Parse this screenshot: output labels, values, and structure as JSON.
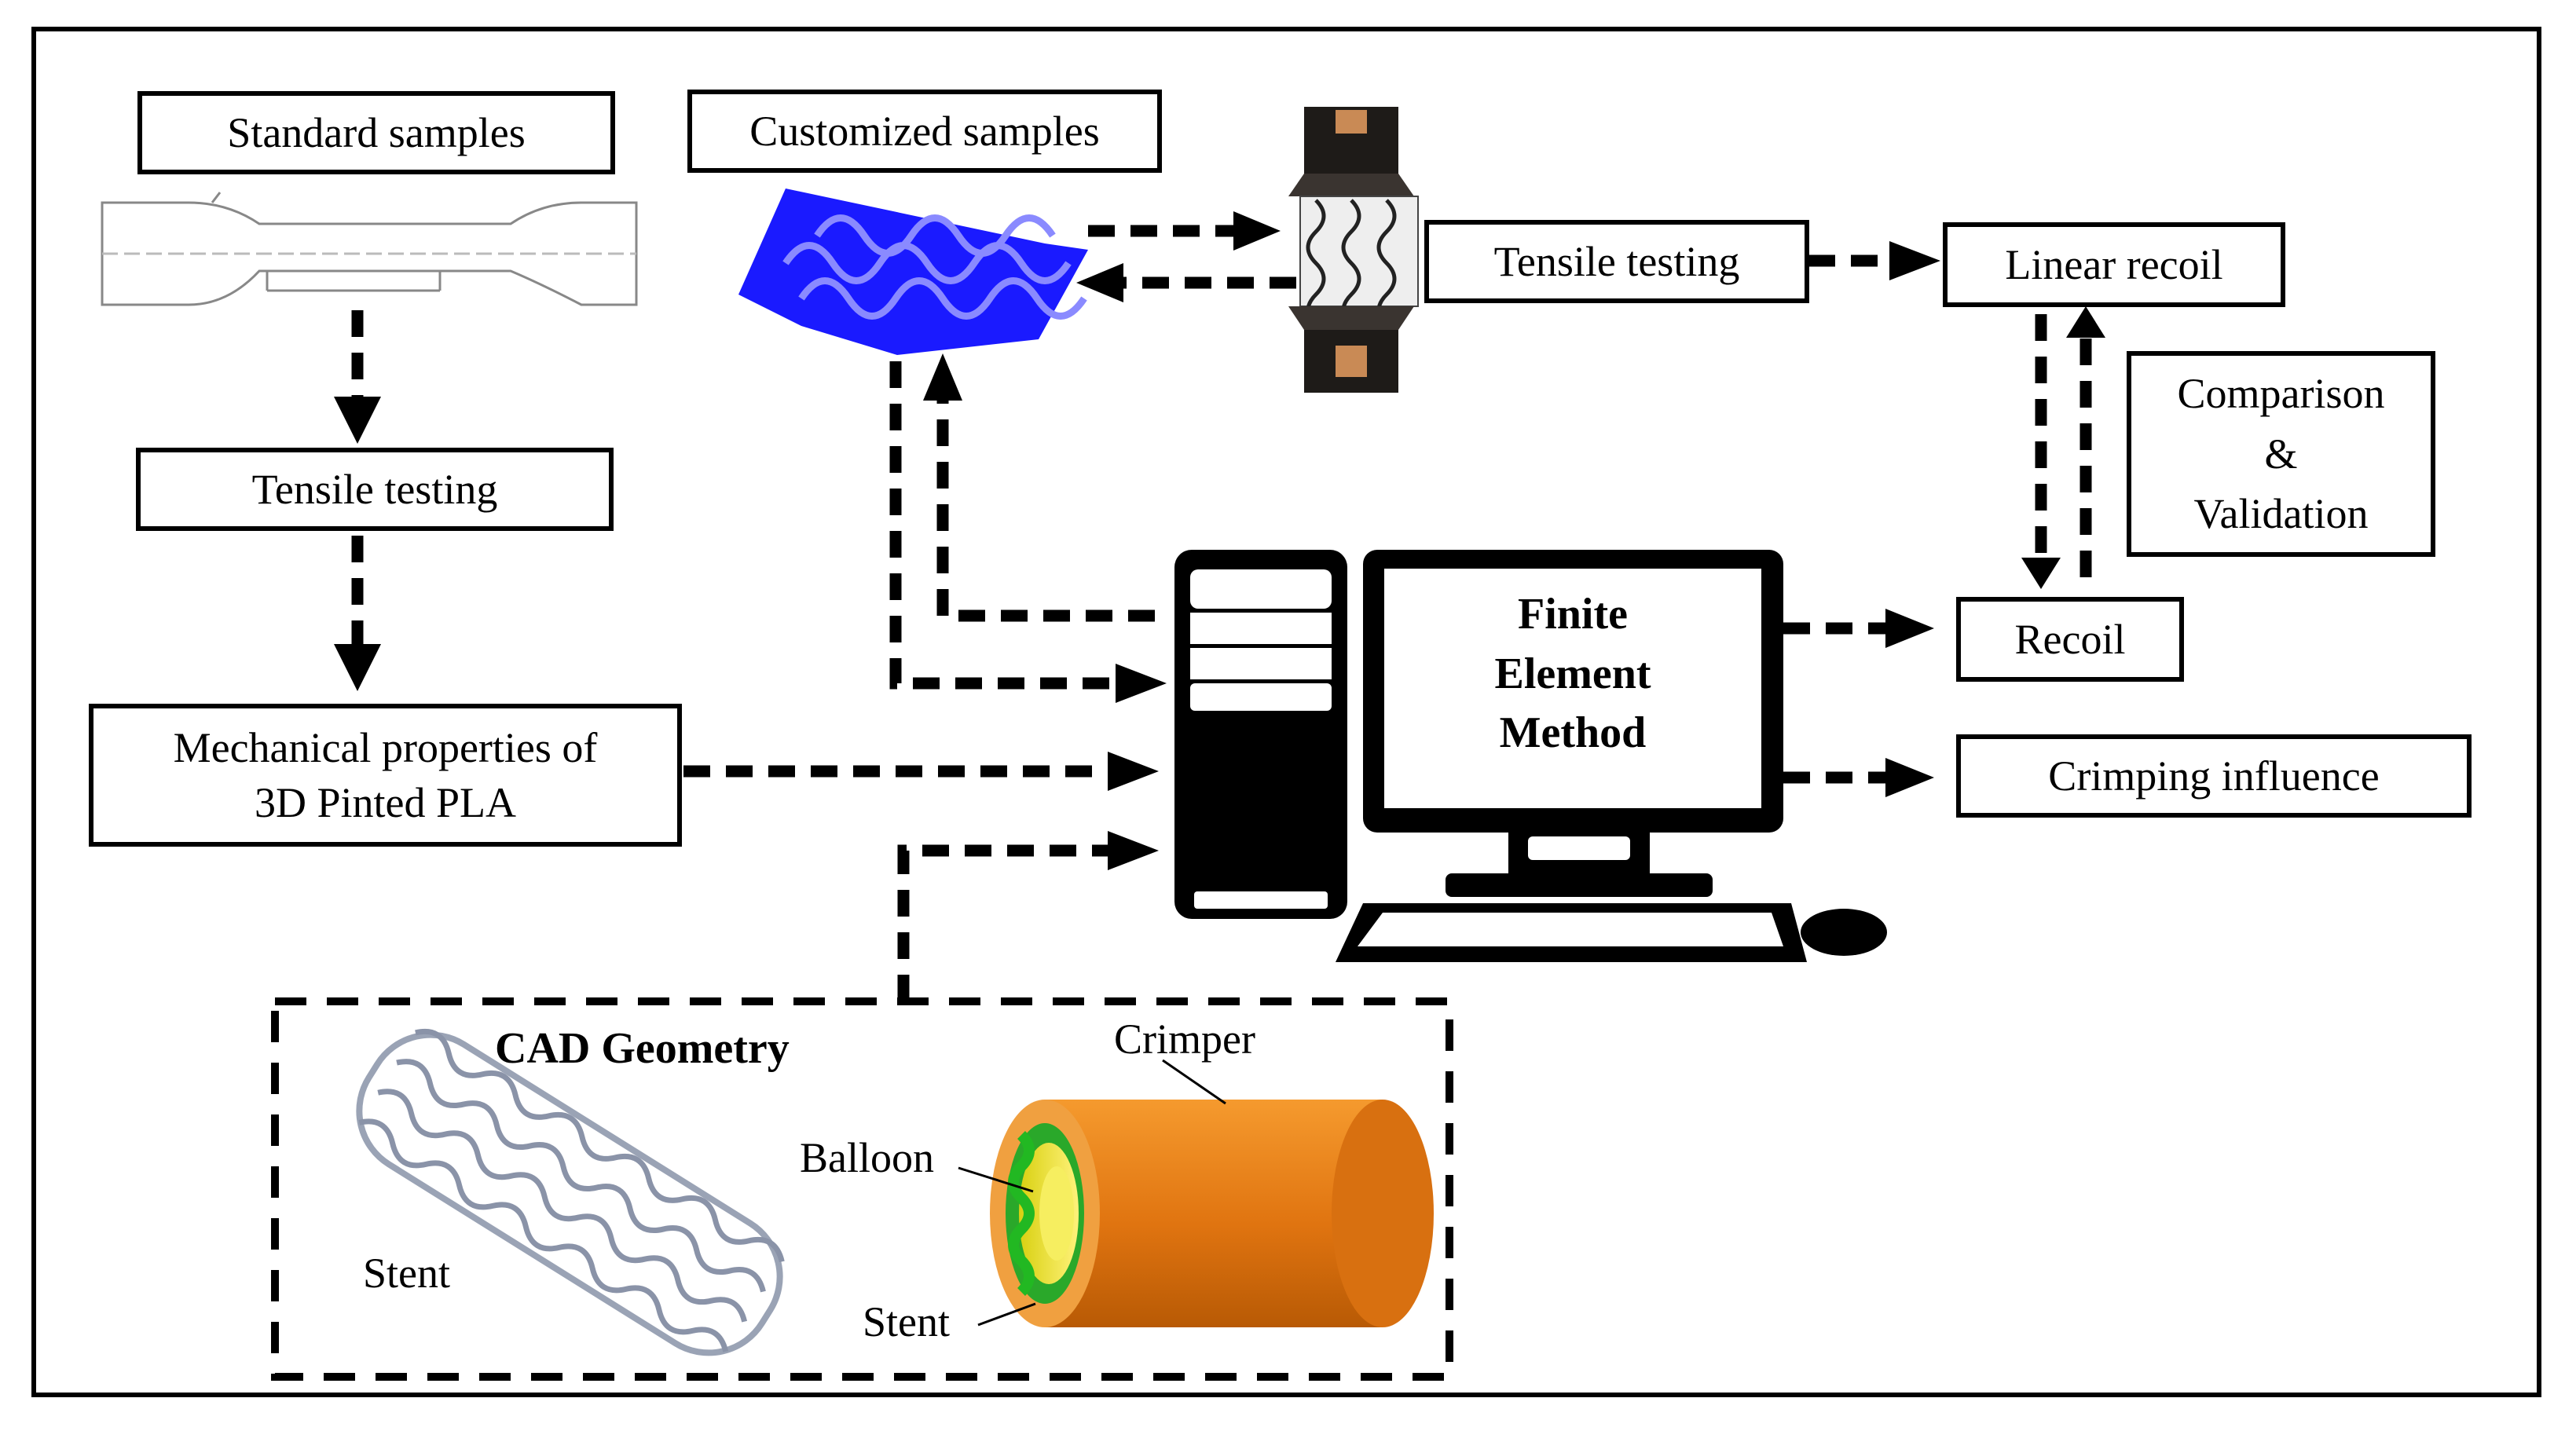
{
  "boxes": {
    "standard_samples": "Standard samples",
    "tensile_testing_left": "Tensile testing",
    "mech_line1": "Mechanical properties of",
    "mech_line2": "3D Pinted PLA",
    "customized_samples": "Customized samples",
    "tensile_testing_mid": "Tensile testing",
    "linear_recoil": "Linear recoil",
    "comparison_line1": "Comparison",
    "comparison_line2": "&",
    "comparison_line3": "Validation",
    "recoil": "Recoil",
    "crimping_influence": "Crimping influence"
  },
  "computer": {
    "line1": "Finite",
    "line2": "Element",
    "line3": "Method"
  },
  "cad": {
    "title": "CAD Geometry",
    "stent_left": "Stent",
    "crimper": "Crimper",
    "balloon": "Balloon",
    "stent_right": "Stent"
  },
  "colors": {
    "sample_blue": "#1a1aff",
    "crimper_orange": "#e87a10",
    "balloon_yellow": "#f2e81a",
    "stent_green": "#22b822",
    "stent_gray": "#9aa3b5"
  }
}
